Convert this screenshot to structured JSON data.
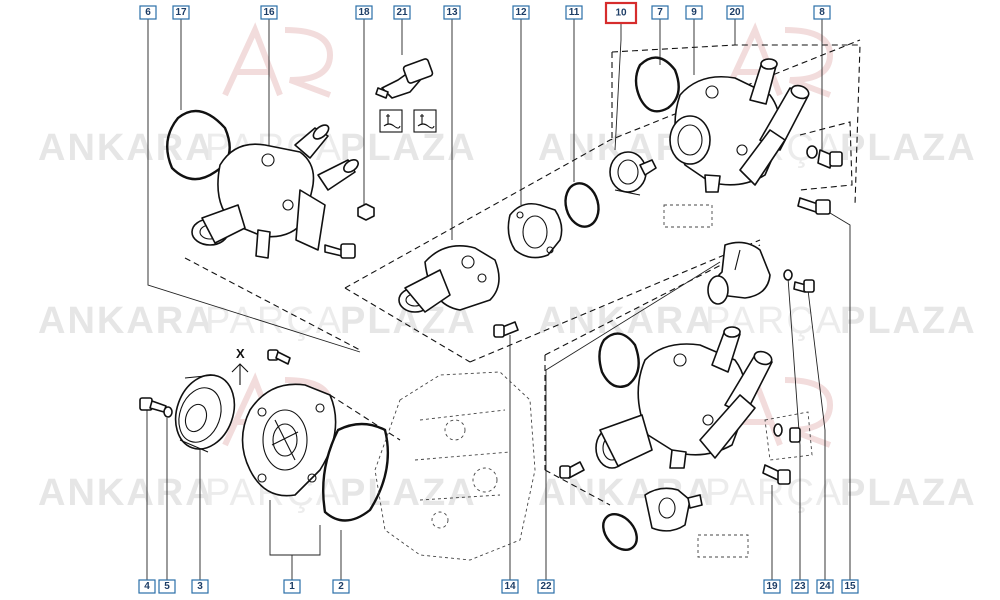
{
  "watermark": {
    "word_1": "ANKARA",
    "word_2": "PARÇA",
    "word_3": "PLAZA"
  },
  "callouts_top": [
    "6",
    "17",
    "16",
    "18",
    "21",
    "13",
    "12",
    "11",
    "10",
    "7",
    "9",
    "20",
    "8"
  ],
  "callouts_bottom": [
    "4",
    "5",
    "3",
    "1",
    "2",
    "14",
    "22",
    "19",
    "23",
    "24",
    "15"
  ],
  "selected_callout": "10",
  "marker_label": "X",
  "colors": {
    "callout_border": "#2a6fa8",
    "selected_border": "#d62c2c",
    "line": "#111111"
  }
}
